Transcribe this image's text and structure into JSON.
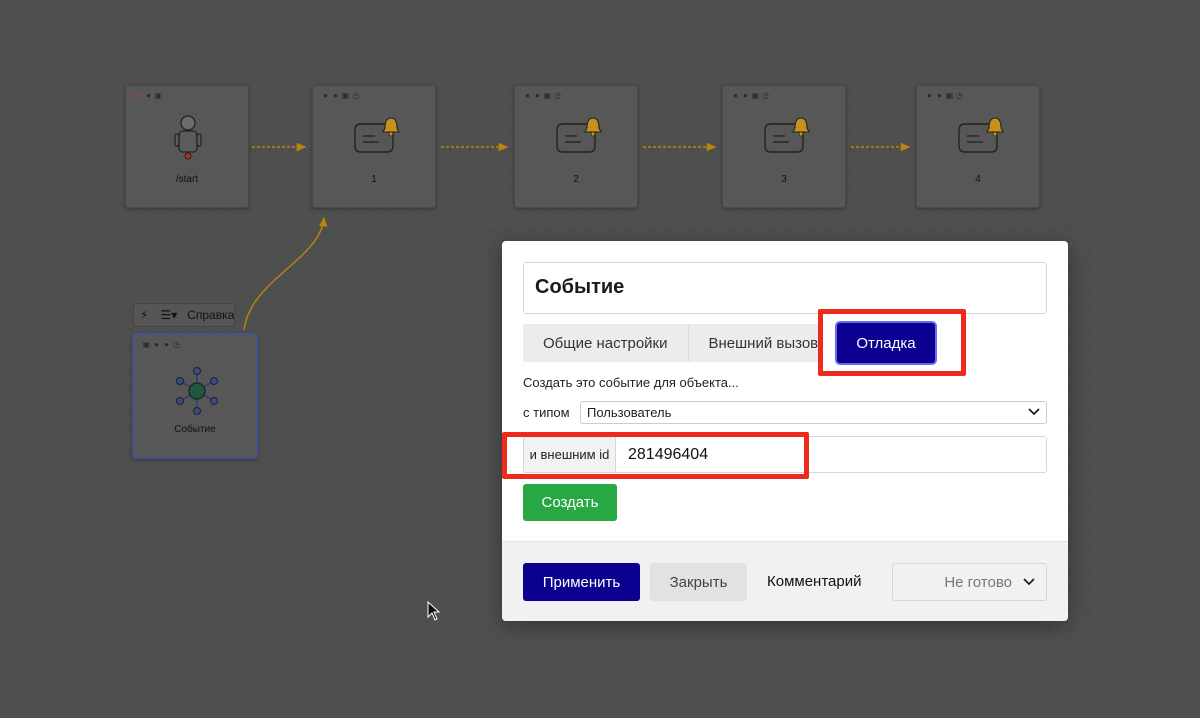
{
  "canvas": {
    "nodes": [
      {
        "label": "/start",
        "icon": "robot-icon"
      },
      {
        "label": "1",
        "icon": "message-bell-icon"
      },
      {
        "label": "2",
        "icon": "message-bell-icon"
      },
      {
        "label": "3",
        "icon": "message-bell-icon"
      },
      {
        "label": "4",
        "icon": "message-bell-icon"
      }
    ],
    "event_node": {
      "label": "Событие",
      "icon": "network-hub-icon"
    },
    "node_toolbar": {
      "help_label": "Справка",
      "lightning_icon": "lightning-icon",
      "menu_icon": "list-menu-icon"
    },
    "connector_color": "#b8860b"
  },
  "modal": {
    "title": "Событие",
    "tabs": [
      {
        "label": "Общие настройки"
      },
      {
        "label": "Внешний вызов"
      },
      {
        "label": "Отладка",
        "active": true
      }
    ],
    "intro_text": "Создать это событие для объекта...",
    "type_label": "с типом",
    "type_value": "Пользователь",
    "external_id_label": "и внешним id",
    "external_id_value": "281496404",
    "create_label": "Создать",
    "footer": {
      "apply_label": "Применить",
      "close_label": "Закрыть",
      "comment_label": "Комментарий",
      "status_value": "Не готово"
    }
  },
  "colors": {
    "primary": "#0b0090",
    "success": "#28a745",
    "highlight": "#ee2a1b",
    "canvas_bg": "#4f4f4f"
  }
}
